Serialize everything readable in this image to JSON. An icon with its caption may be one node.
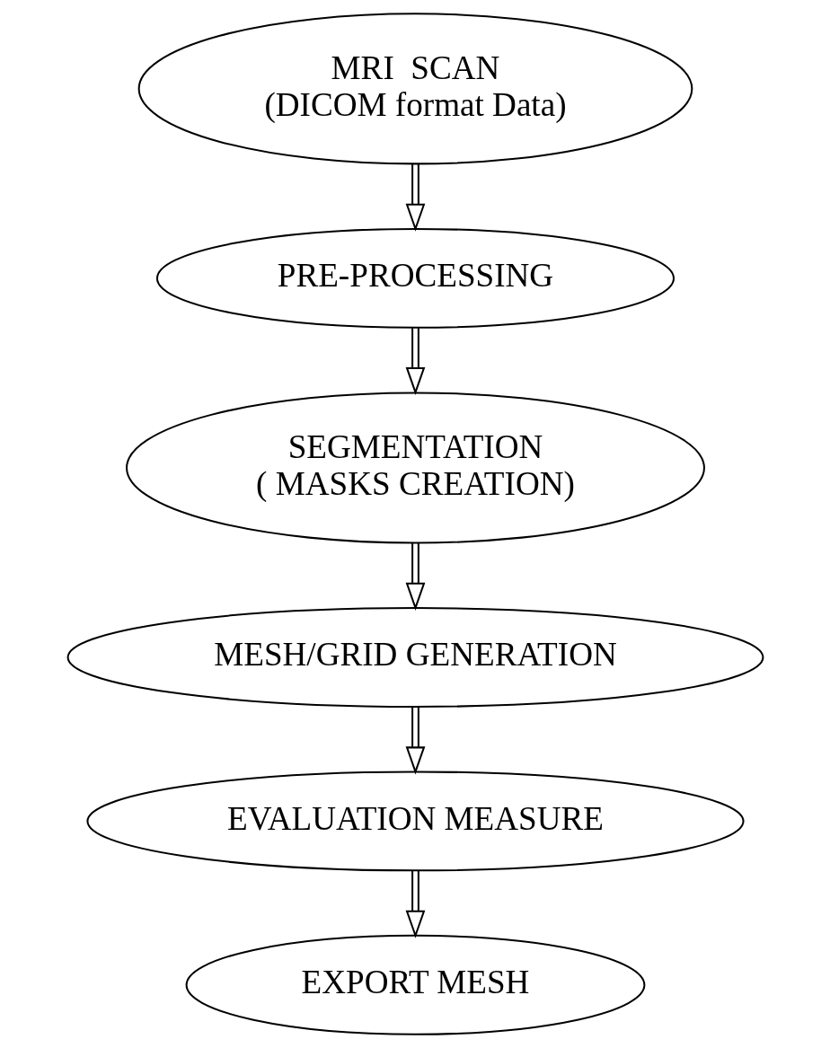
{
  "diagram": {
    "nodes": [
      {
        "text": [
          "MRI  SCAN",
          "(DICOM format Data)"
        ]
      },
      {
        "text": [
          "PRE-PROCESSING"
        ]
      },
      {
        "text": [
          "SEGMENTATION",
          "( MASKS CREATION)"
        ]
      },
      {
        "text": [
          "MESH/GRID GENERATION"
        ]
      },
      {
        "text": [
          "EVALUATION MEASURE"
        ]
      },
      {
        "text": [
          "EXPORT MESH"
        ]
      }
    ],
    "edges": [
      {
        "from": 0,
        "to": 1,
        "arrow": "to"
      },
      {
        "from": 1,
        "to": 2,
        "arrow": "to"
      },
      {
        "from": 2,
        "to": 3,
        "arrow": "to"
      },
      {
        "from": 3,
        "to": 4,
        "arrow": "to"
      },
      {
        "from": 4,
        "to": 5,
        "arrow": "to"
      }
    ]
  }
}
